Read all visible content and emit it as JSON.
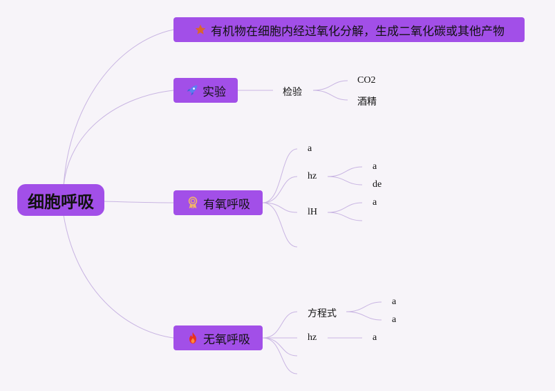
{
  "root": {
    "label": "细胞呼吸"
  },
  "branches": [
    {
      "label": "有机物在细胞内经过氧化分解，生成二氧化碳或其他产物",
      "icon": "star-icon"
    },
    {
      "label": "实验",
      "icon": "rocket-icon",
      "children": [
        {
          "label": "检验",
          "children": [
            {
              "label": "CO2"
            },
            {
              "label": "酒精"
            }
          ]
        }
      ]
    },
    {
      "label": "有氧呼吸",
      "icon": "award-ribbon-icon",
      "children": [
        {
          "label": "a"
        },
        {
          "label": "hz",
          "children": [
            {
              "label": "a"
            },
            {
              "label": "de"
            }
          ]
        },
        {
          "label": "lH",
          "children": [
            {
              "label": "a"
            },
            {
              "label": ""
            }
          ]
        },
        {
          "label": ""
        }
      ]
    },
    {
      "label": "无氧呼吸",
      "icon": "fire-icon",
      "children": [
        {
          "label": "方程式",
          "children": [
            {
              "label": "a"
            },
            {
              "label": "a"
            }
          ]
        },
        {
          "label": "hz",
          "children": [
            {
              "label": "a"
            }
          ]
        },
        {
          "label": ""
        },
        {
          "label": ""
        }
      ]
    }
  ],
  "colors": {
    "node_fill": "#a24fe8",
    "connector": "#c8b4e2",
    "background": "#f7f4f9",
    "text": "#111111"
  }
}
